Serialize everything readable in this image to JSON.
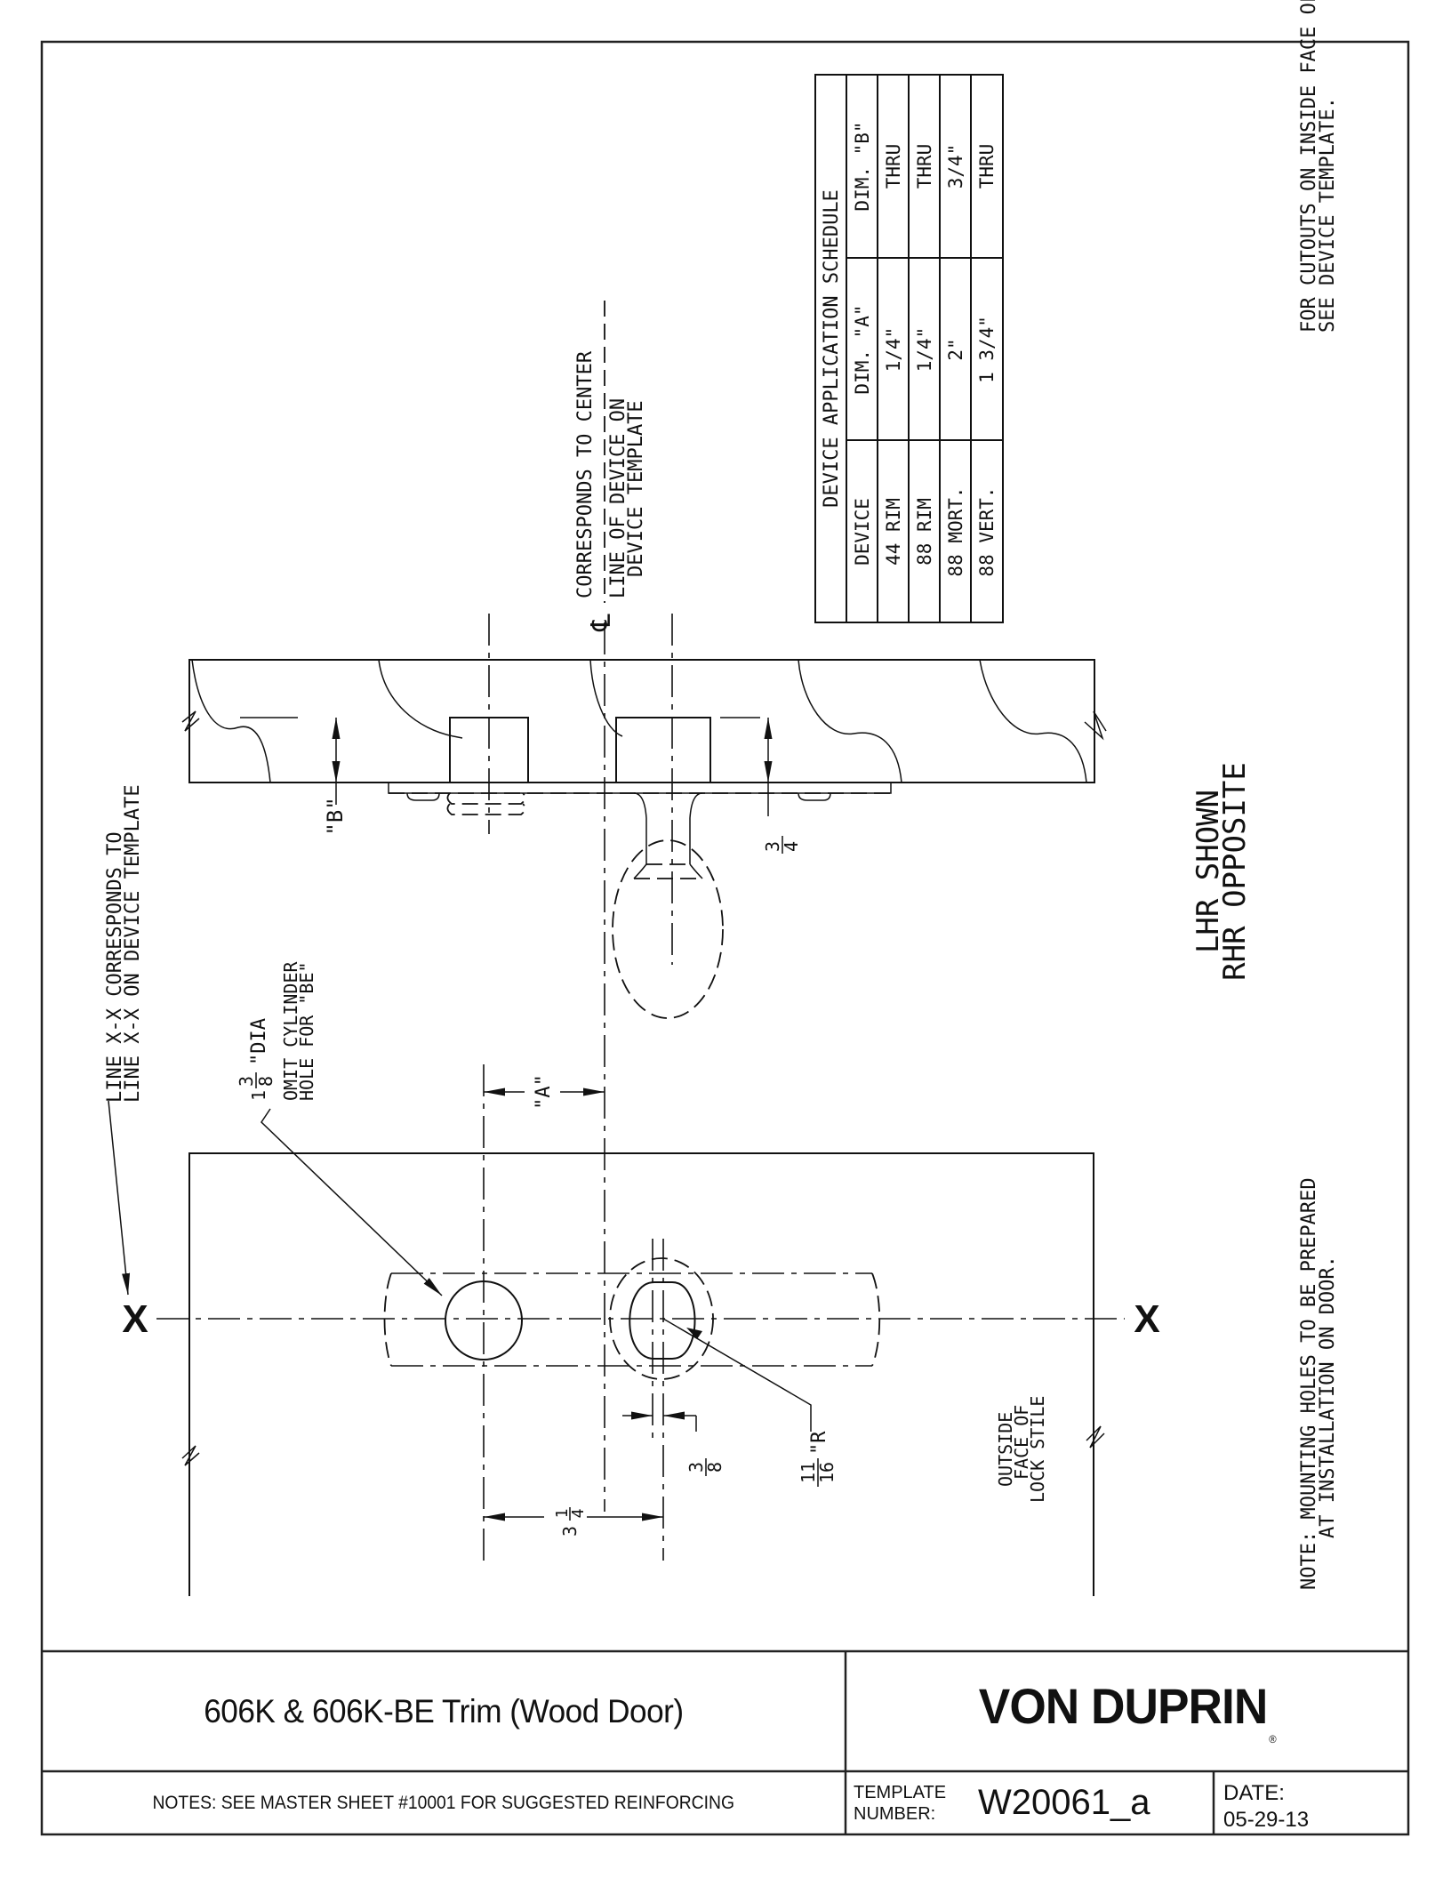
{
  "document": {
    "type": "installation-template",
    "drawing_orientation": "rotated 90 degrees counter-clockwise"
  },
  "schedule": {
    "title": "DEVICE APPLICATION SCHEDULE",
    "headers": [
      "DEVICE",
      "DIM. \"A\"",
      "DIM. \"B\""
    ],
    "rows": [
      [
        "44 RIM",
        "1/4\"",
        "THRU"
      ],
      [
        "88 RIM",
        "1/4\"",
        "THRU"
      ],
      [
        "88 MORT.",
        "2\"",
        "3/4\""
      ],
      [
        "88 VERT.",
        "1 3/4\"",
        "THRU"
      ]
    ]
  },
  "labels": {
    "centerline_symbol": "℄",
    "center_line_1": "CORRESPONDS TO CENTER",
    "center_line_2": "LINE OF DEVICE ON",
    "center_line_3": "DEVICE TEMPLATE",
    "line_xx_1": "LINE X-X CORRESPONDS TO",
    "line_xx_2": "LINE X-X ON DEVICE TEMPLATE",
    "x_mark": "X",
    "dim_b": "\"B\"",
    "dim_a": "\"A\"",
    "dim_three_quarter_num": "3",
    "dim_three_quarter_den": "4",
    "dim_three_quarter_unit": "\"",
    "cyl_dia_whole": "1",
    "cyl_dia_num": "3",
    "cyl_dia_den": "8",
    "cyl_dia_suffix": "\"DIA",
    "omit_1": "OMIT CYLINDER",
    "omit_2": "HOLE FOR \"BE\"",
    "hand_1": "LHR SHOWN",
    "hand_2": "RHR OPPOSITE",
    "cutouts_1": "FOR CUTOUTS ON INSIDE FACE OF DOOR",
    "cutouts_2": "SEE DEVICE TEMPLATE.",
    "note_1": "NOTE: MOUNTING HOLES TO BE PREPARED",
    "note_2": "AT INSTALLATION ON DOOR.",
    "outside_1": "OUTSIDE",
    "outside_2": "FACE OF",
    "outside_3": "LOCK STILE",
    "dim_3_8_num": "3",
    "dim_3_8_den": "8",
    "dim_3_8_unit": "\"",
    "dim_11_16_num": "11",
    "dim_11_16_den": "16",
    "dim_11_16_suffix": "\"R",
    "dim_3_1_4_whole": "3",
    "dim_3_1_4_num": "1",
    "dim_3_1_4_den": "4",
    "dim_3_1_4_unit": "\""
  },
  "title_block": {
    "title": "606K & 606K-BE Trim (Wood Door)",
    "brand": "VON DUPRIN",
    "brand_mark": "®",
    "notes": "NOTES: SEE MASTER SHEET #10001 FOR SUGGESTED REINFORCING",
    "template_label_1": "TEMPLATE",
    "template_label_2": "NUMBER:",
    "template_number": "W20061_a",
    "date_label": "DATE:",
    "date_value": "05-29-13"
  }
}
